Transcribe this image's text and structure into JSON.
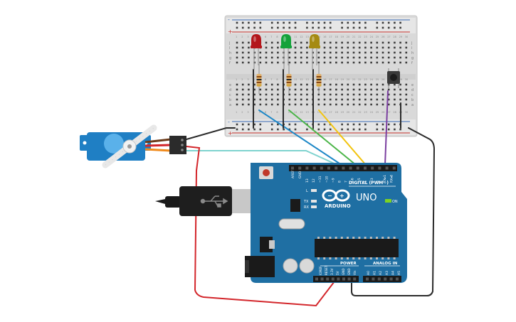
{
  "breadboard": {
    "power_plus": "+",
    "power_minus": "-",
    "row_letters_top": [
      "j",
      "i",
      "h",
      "g",
      "f"
    ],
    "row_letters_bottom": [
      "e",
      "d",
      "c",
      "b",
      "a"
    ],
    "column_labels": [
      "1",
      "5",
      "10",
      "15",
      "20",
      "25",
      "30"
    ]
  },
  "leds": [
    {
      "name": "red-led",
      "color": "#b3161b"
    },
    {
      "name": "green-led",
      "color": "#13a23a"
    },
    {
      "name": "yellow-led",
      "color": "#a58a12"
    }
  ],
  "arduino": {
    "board_color": "#1f6fa3",
    "logo_text": "ARDUINO",
    "model": "UNO",
    "on_label": "ON",
    "digital_label": "DIGITAL (PWM~)",
    "power_label": "POWER",
    "analog_label": "ANALOG IN",
    "aref": "AREF",
    "gnd": "GND",
    "tx": "TX",
    "rx": "RX",
    "l": "L",
    "digital_pins": [
      "13",
      "12",
      "~11",
      "~10",
      "~9",
      "8",
      "7",
      "~6",
      "~5",
      "4",
      "~3",
      "2",
      "TX▸1",
      "RX◂0"
    ],
    "power_pins": [
      "IOREF",
      "RESET",
      "3.3V",
      "5V",
      "GND",
      "GND",
      "Vin"
    ],
    "analog_pins": [
      "A0",
      "A1",
      "A2",
      "A3",
      "A4",
      "A5"
    ]
  },
  "wires": {
    "black": "#2b2b2b",
    "red": "#d3262b",
    "blue": "#1e88c7",
    "green": "#4bb548",
    "yellow": "#f2c40f",
    "purple": "#7b3fa0",
    "cyan": "#7fd3cf"
  }
}
